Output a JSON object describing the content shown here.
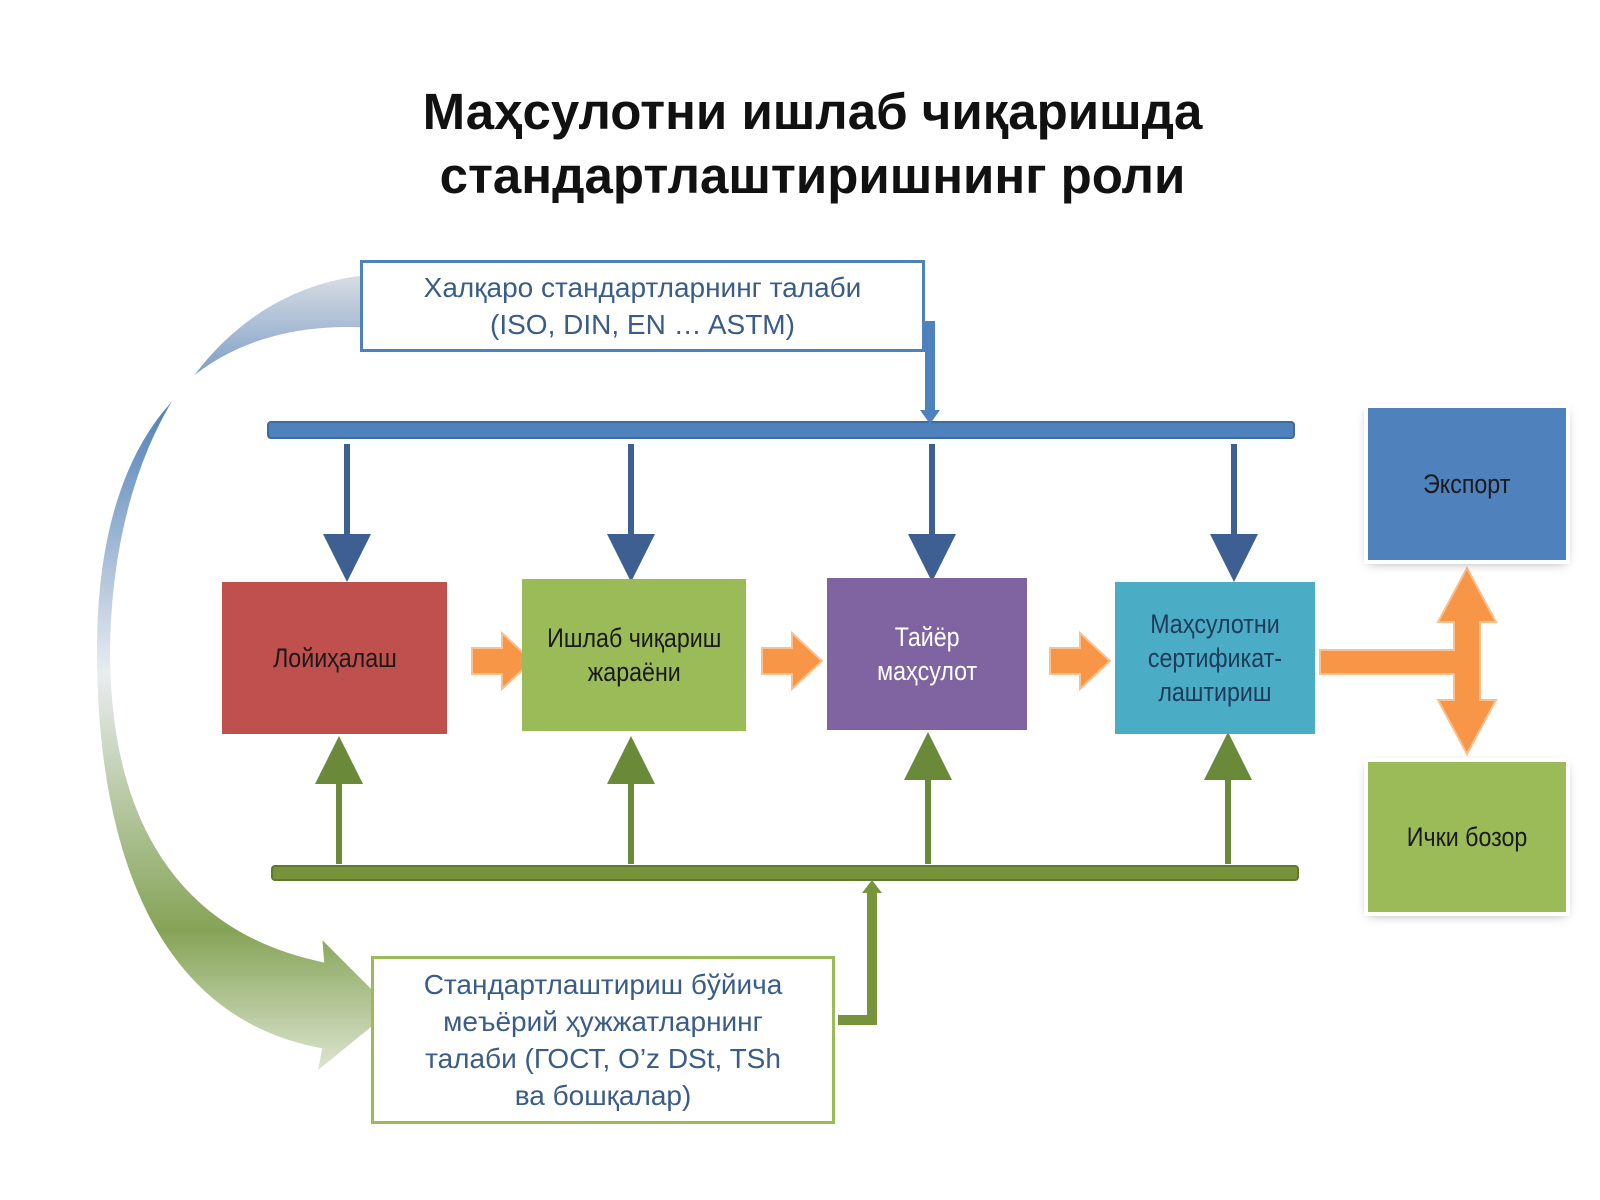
{
  "title": {
    "line1": "Маҳсулотни ишлаб чиқаришда",
    "line2": "стандартлаштиришнинг роли"
  },
  "intl_standards": {
    "line1": "Халқаро стандартларнинг талаби",
    "line2": "(ISO, DIN, EN … ASTM)"
  },
  "national_standards": {
    "text": "Стандартлаштириш бўйича\nмеъёрий ҳужжатларнинг\nталаби (ГОСТ, O’z DSt, TSh\nва бошқалар)"
  },
  "stages": {
    "design": "Лойиҳалаш",
    "production": "Ишлаб чиқариш\nжараёни",
    "finished": "Тайёр\nмаҳсулот",
    "certification": "Маҳсулотни\nсертификат-\nлаштириш"
  },
  "markets": {
    "export": "Экспорт",
    "domestic": "Ички бозор"
  },
  "colors": {
    "design": "#c0504d",
    "production": "#9bbb59",
    "finished": "#8064a2",
    "certification": "#4bacc6",
    "export": "#4f81bd",
    "domestic": "#9bbb59",
    "blue_bus": "#4f81bd",
    "green_bus": "#77933c",
    "flow_arrow": "#f79646"
  }
}
